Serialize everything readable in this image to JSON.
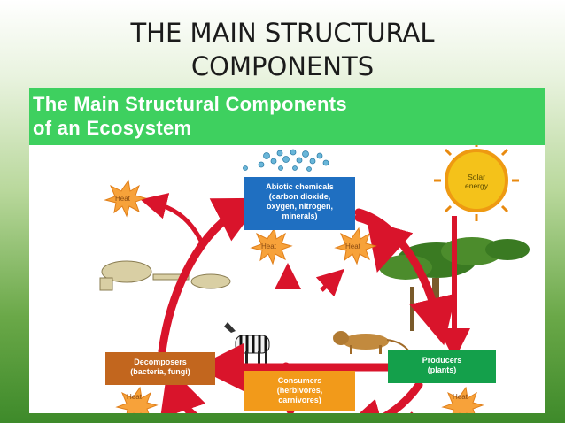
{
  "slide": {
    "title_line1": "THE MAIN STRUCTURAL",
    "title_line2": "COMPONENTS"
  },
  "banner": {
    "line1": "The Main Structural Components",
    "line2": "of an Ecosystem",
    "color": "#3ed05f"
  },
  "diagram": {
    "abiotic": [
      "Abiotic chemicals",
      "(carbon dioxide,",
      "oxygen, nitrogen,",
      "minerals)"
    ],
    "producers": [
      "Producers",
      "(plants)"
    ],
    "decomposers": [
      "Decomposers",
      "(bacteria, fungi)"
    ],
    "consumers": [
      "Consumers",
      "(herbivores,",
      "carnivores)"
    ],
    "solar": [
      "Solar",
      "energy"
    ],
    "heat_label": "Heat",
    "colors": {
      "abiotic": "#1f6fc1",
      "producers": "#14a04b",
      "decomposers": "#c2661e",
      "consumers": "#f29a1a",
      "arrows": "#d9142b",
      "heat": "#f7a23a"
    }
  }
}
